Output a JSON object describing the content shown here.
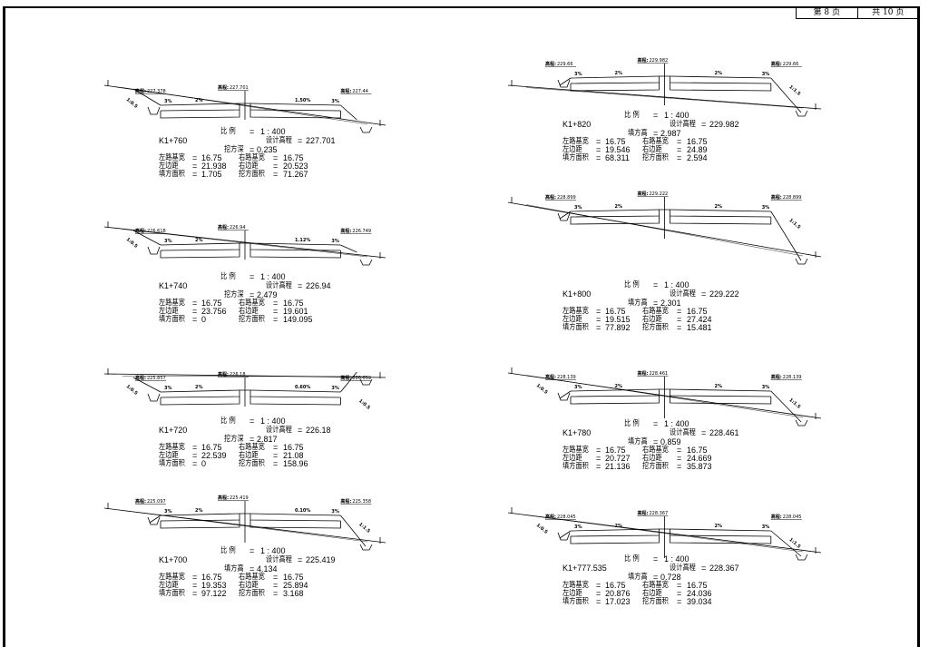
{
  "title_block": {
    "page": "第 8 页",
    "total": "共 10 页"
  },
  "labels": {
    "scale": "比 例",
    "scale_value": "1 : 400",
    "design_elev": "设计高程",
    "left_width": "左路基宽",
    "right_width": "右路基宽",
    "left_dist": "左边距",
    "right_dist": "右边距",
    "fill_area": "填方面积",
    "cut_area": "挖方面积",
    "elev_prefix": "高程:",
    "eq": "="
  },
  "sections": [
    {
      "station": "K1+760",
      "design_elev": "227.701",
      "depth_label": "挖方深",
      "depth": "0.235",
      "left_width": "16.75",
      "right_width": "16.75",
      "left_dist": "21.938",
      "right_dist": "20.523",
      "fill_area": "1.705",
      "cut_area": "71.267",
      "elev_left": "227.378",
      "elev_center": "227.701",
      "elev_right": "227.44",
      "grades": [
        "3%",
        "2%",
        "1.50%",
        "3%"
      ],
      "slope_left": "1:0.5",
      "slope_right": ""
    },
    {
      "station": "K1+740",
      "design_elev": "226.94",
      "depth_label": "挖方深",
      "depth": "2.479",
      "left_width": "16.75",
      "right_width": "16.75",
      "left_dist": "23.756",
      "right_dist": "19.601",
      "fill_area": "0",
      "cut_area": "149.095",
      "elev_left": "226.618",
      "elev_center": "226.94",
      "elev_right": "226.749",
      "grades": [
        "3%",
        "2%",
        "1.12%",
        "3%"
      ],
      "slope_left": "1:0.5",
      "slope_right": ""
    },
    {
      "station": "K1+720",
      "design_elev": "226.18",
      "depth_label": "挖方深",
      "depth": "2.817",
      "left_width": "16.75",
      "right_width": "16.75",
      "left_dist": "22.539",
      "right_dist": "21.08",
      "fill_area": "0",
      "cut_area": "158.96",
      "elev_left": "225.857",
      "elev_center": "226.18",
      "elev_right": "226.059",
      "grades": [
        "3%",
        "2%",
        "0.60%",
        "3%"
      ],
      "slope_left": "1:0.5",
      "slope_right": "1:0.5"
    },
    {
      "station": "K1+700",
      "design_elev": "225.419",
      "depth_label": "填方高",
      "depth": "4.134",
      "left_width": "16.75",
      "right_width": "16.75",
      "left_dist": "19.353",
      "right_dist": "25.894",
      "fill_area": "97.122",
      "cut_area": "3.168",
      "elev_left": "225.097",
      "elev_center": "225.419",
      "elev_right": "225.358",
      "grades": [
        "3%",
        "2%",
        "0.10%",
        "3%"
      ],
      "slope_left": "",
      "slope_right": "1:1.5"
    },
    {
      "station": "K1+820",
      "design_elev": "229.982",
      "depth_label": "填方高",
      "depth": "2.987",
      "left_width": "16.75",
      "right_width": "16.75",
      "left_dist": "19.546",
      "right_dist": "24.89",
      "fill_area": "68.311",
      "cut_area": "2.594",
      "elev_left": "229.66",
      "elev_center": "229.982",
      "elev_right": "229.66",
      "grades": [
        "3%",
        "2%",
        "2%",
        "3%"
      ],
      "slope_left": "",
      "slope_right": "1:1.5"
    },
    {
      "station": "K1+800",
      "design_elev": "229.222",
      "depth_label": "填方高",
      "depth": "2.301",
      "left_width": "16.75",
      "right_width": "16.75",
      "left_dist": "19.515",
      "right_dist": "27.424",
      "fill_area": "77.892",
      "cut_area": "15.481",
      "elev_left": "228.899",
      "elev_center": "229.222",
      "elev_right": "228.899",
      "grades": [
        "3%",
        "2%",
        "2%",
        "3%"
      ],
      "slope_left": "",
      "slope_right": "1:1.5"
    },
    {
      "station": "K1+780",
      "design_elev": "228.461",
      "depth_label": "填方高",
      "depth": "0.859",
      "left_width": "16.75",
      "right_width": "16.75",
      "left_dist": "20.727",
      "right_dist": "24.669",
      "fill_area": "21.136",
      "cut_area": "35.873",
      "elev_left": "228.139",
      "elev_center": "228.461",
      "elev_right": "228.139",
      "grades": [
        "3%",
        "2%",
        "2%",
        "3%"
      ],
      "slope_left": "1:0.5",
      "slope_right": "1:1.5"
    },
    {
      "station": "K1+777.535",
      "design_elev": "228.367",
      "depth_label": "填方高",
      "depth": "0.728",
      "left_width": "16.75",
      "right_width": "16.75",
      "left_dist": "20.876",
      "right_dist": "24.036",
      "fill_area": "17.023",
      "cut_area": "39.034",
      "elev_left": "228.045",
      "elev_center": "228.367",
      "elev_right": "228.045",
      "grades": [
        "3%",
        "2%",
        "2%",
        "3%"
      ],
      "slope_left": "1:0.5",
      "slope_right": "1:1.5"
    }
  ]
}
